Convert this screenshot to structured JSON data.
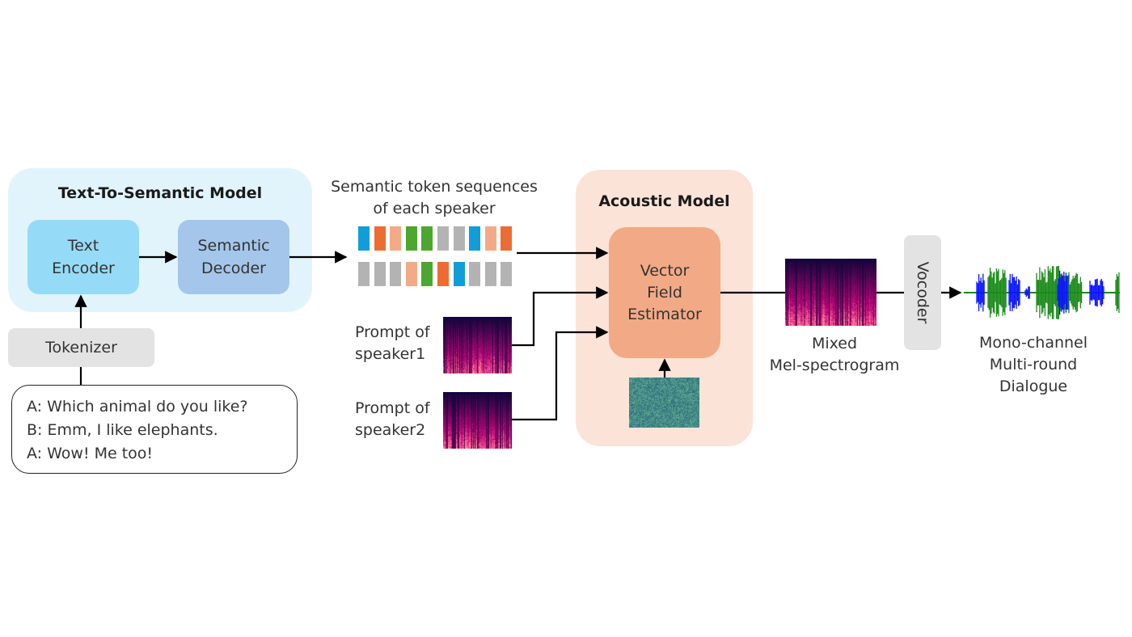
{
  "text_to_semantic": {
    "title": "Text-To-Semantic Model",
    "text_encoder": "Text\nEncoder",
    "semantic_decoder": "Semantic\nDecoder"
  },
  "tokenizer": {
    "label": "Tokenizer"
  },
  "dialogue_input": {
    "lines": [
      "A: Which animal do you like?",
      "B: Emm, I like elephants.",
      "A: Wow! Me too!"
    ]
  },
  "semantic_tokens": {
    "caption": "Semantic token sequences\nof  each speaker",
    "rows": [
      [
        "blue",
        "orange",
        "peach",
        "green",
        "green",
        "gray",
        "gray",
        "blue",
        "peach",
        "orange"
      ],
      [
        "gray",
        "gray",
        "gray",
        "peach",
        "green",
        "orange",
        "blue",
        "gray",
        "gray",
        "gray"
      ]
    ],
    "colors": {
      "blue": "#139dd8",
      "orange": "#ec6c34",
      "peach": "#f3aa87",
      "green": "#4ca630",
      "gray": "#b3b3b3"
    }
  },
  "prompts": [
    {
      "label": "Prompt of\nspeaker1"
    },
    {
      "label": "Prompt of\nspeaker2"
    }
  ],
  "acoustic_model": {
    "title": "Acoustic Model",
    "vector_field_estimator": "Vector\nField\nEstimator"
  },
  "mixed_mel": {
    "label": "Mixed\nMel-spectrogram"
  },
  "vocoder": {
    "label": "Vocoder"
  },
  "output": {
    "label": "Mono-channel\nMulti-round\nDialogue"
  },
  "colors": {
    "tts_panel": "#e1f4fc",
    "text_encoder": "#95dbf7",
    "semantic_decoder": "#a4c6ea",
    "acoustic_panel": "#fce3d8",
    "vector_field_estimator": "#f2a985",
    "waveform_speaker_a": "#0a14ff",
    "waveform_speaker_b": "#1a8a1a"
  }
}
